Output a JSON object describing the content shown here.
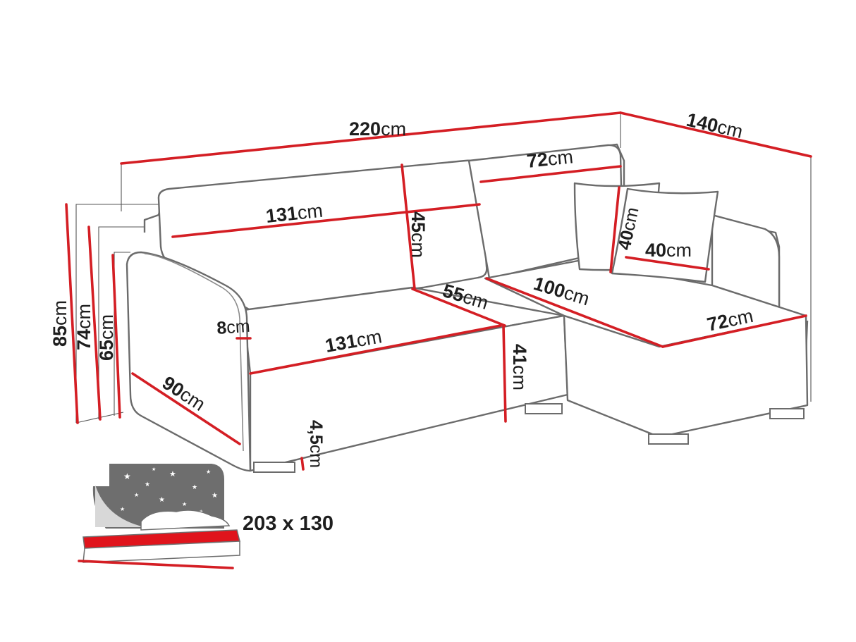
{
  "dimensions": {
    "total_width": {
      "value": "220",
      "unit": "cm"
    },
    "total_depth": {
      "value": "140",
      "unit": "cm"
    },
    "backrest_cushion_width": {
      "value": "131",
      "unit": "cm"
    },
    "backrest_cushion_height": {
      "value": "45",
      "unit": "cm"
    },
    "corner_cushion_width": {
      "value": "72",
      "unit": "cm"
    },
    "pillow_height": {
      "value": "40",
      "unit": "cm"
    },
    "pillow_width": {
      "value": "40",
      "unit": "cm"
    },
    "armrest_width": {
      "value": "8",
      "unit": "cm"
    },
    "seat_width": {
      "value": "131",
      "unit": "cm"
    },
    "seat_depth": {
      "value": "55",
      "unit": "cm"
    },
    "chaise_length": {
      "value": "100",
      "unit": "cm"
    },
    "chaise_width": {
      "value": "72",
      "unit": "cm"
    },
    "seat_front_height": {
      "value": "41",
      "unit": "cm"
    },
    "side_depth": {
      "value": "90",
      "unit": "cm"
    },
    "leg_height": {
      "value": "4,5",
      "unit": "cm"
    },
    "total_height": {
      "value": "85",
      "unit": "cm"
    },
    "armrest_height": {
      "value": "74",
      "unit": "cm"
    },
    "backrest_lower_height": {
      "value": "65",
      "unit": "cm"
    }
  },
  "sleeping_area": {
    "text": "203 x 130",
    "icon": "bed-icon"
  },
  "colors": {
    "dimension_line": "#d41e24",
    "outline": "#6b6b6b",
    "text": "#1e1e1e",
    "mattress": "#e0141c"
  }
}
